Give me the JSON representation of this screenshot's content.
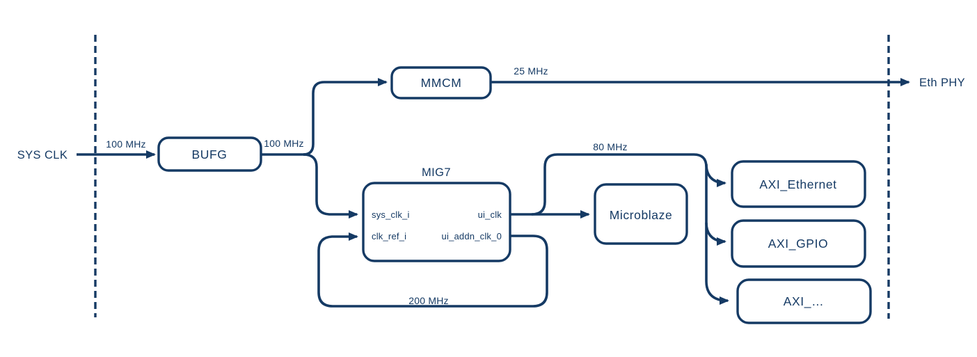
{
  "diagram": {
    "colors": {
      "ink": "#153a64",
      "background": "#ffffff"
    },
    "external": {
      "sys_clk_label": "SYS CLK",
      "eth_phy_label": "Eth PHY"
    },
    "frequencies": {
      "sys_clk_in": "100 MHz",
      "bufg_out": "100 MHz",
      "mmcm_out": "25 MHz",
      "ui_clk": "80 MHz",
      "ui_addn_clk_0": "200 MHz"
    },
    "blocks": {
      "bufg": {
        "label": "BUFG"
      },
      "mmcm": {
        "label": "MMCM"
      },
      "mig7": {
        "label": "MIG7",
        "ports": {
          "sys_clk_i": "sys_clk_i",
          "clk_ref_i": "clk_ref_i",
          "ui_clk": "ui_clk",
          "ui_addn_clk_0": "ui_addn_clk_0"
        }
      },
      "microblaze": {
        "label": "Microblaze"
      },
      "axi_ethernet": {
        "label": "AXI_Ethernet"
      },
      "axi_gpio": {
        "label": "AXI_GPIO"
      },
      "axi_other": {
        "label": "AXI_…"
      }
    }
  }
}
